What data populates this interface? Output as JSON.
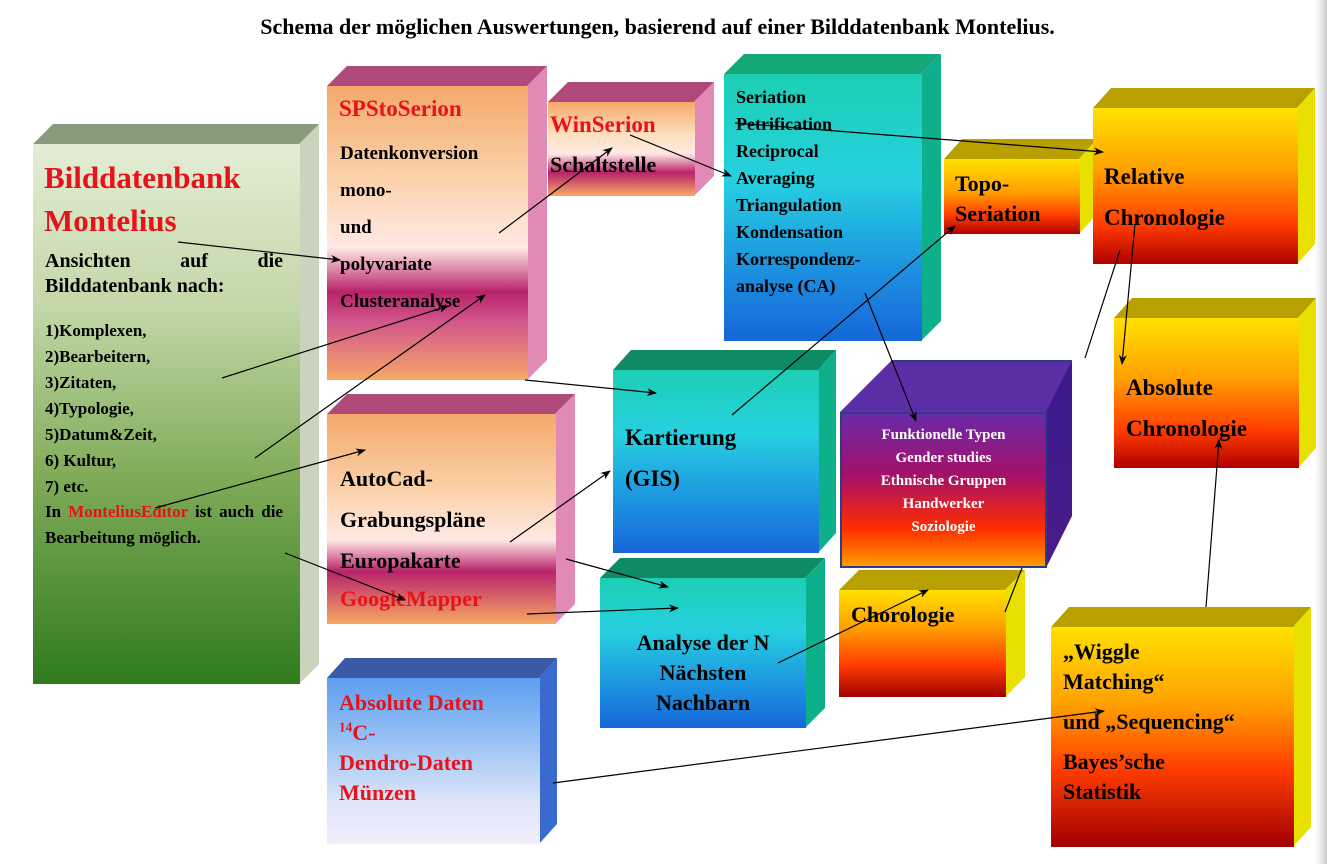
{
  "title": "Schema der möglichen Auswertungen, basierend auf einer Bilddatenbank Montelius.",
  "bilddatenbank": {
    "heading_1": "Bilddatenbank",
    "heading_2": "Montelius",
    "ansichten": "Ansichten auf die Bilddatenbank nach:",
    "items": [
      "1)Komplexen,",
      "2)Bearbeitern,",
      "3)Zitaten,",
      "4)Typologie,",
      "5)Datum&Zeit,",
      "6) Kultur,",
      "7) etc."
    ],
    "editor_pre": "In ",
    "editor_name": "MonteliusEditor",
    "editor_post": " ist auch die Bearbeitung möglich."
  },
  "spstoserion": {
    "title": "SPStoSerion",
    "lines": [
      "Datenkonversion",
      "mono-",
      "und",
      "polyvariate",
      "Clusteranalyse"
    ]
  },
  "winserion": {
    "title": "WinSerion",
    "subtitle": "Schaltstelle"
  },
  "seriation": {
    "lines": [
      "Seriation",
      "Petrification",
      "Reciprocal",
      "Averaging",
      "Triangulation",
      "Kondensation",
      "Korrespondenz-",
      "analyse (CA)"
    ]
  },
  "topo": {
    "lines": [
      "Topo-",
      "Seriation"
    ]
  },
  "relative": {
    "lines": [
      "Relative",
      "Chronologie"
    ]
  },
  "absolute_chrono": {
    "lines": [
      "Absolute",
      "Chronologie"
    ]
  },
  "autocad": {
    "lines": [
      "AutoCad-",
      "Grabungspläne",
      "Europakarte"
    ],
    "google": "GoogleMapper"
  },
  "kartierung": {
    "lines": [
      "Kartierung",
      "(GIS)"
    ]
  },
  "funktionelle": {
    "lines": [
      "Funktionelle Typen",
      "Gender studies",
      "Ethnische Gruppen",
      "Handwerker",
      "Soziologie"
    ]
  },
  "analyse": {
    "lines": [
      "Analyse der N",
      "Nächsten",
      "Nachbarn"
    ]
  },
  "chorologie": {
    "label": "Chorologie"
  },
  "absolute_daten": {
    "title": "Absolute Daten",
    "c14_sup": "14",
    "c14": "C-",
    "dendro": "Dendro-Daten",
    "muenzen": "Münzen"
  },
  "wiggle": {
    "line1": "„Wiggle",
    "line2": "Matching“",
    "line3": "und „Sequencing“",
    "line4": "Bayes’sche",
    "line5": "Statistik"
  },
  "colors": {
    "red": "#e8121b",
    "arrow": "#000000"
  }
}
